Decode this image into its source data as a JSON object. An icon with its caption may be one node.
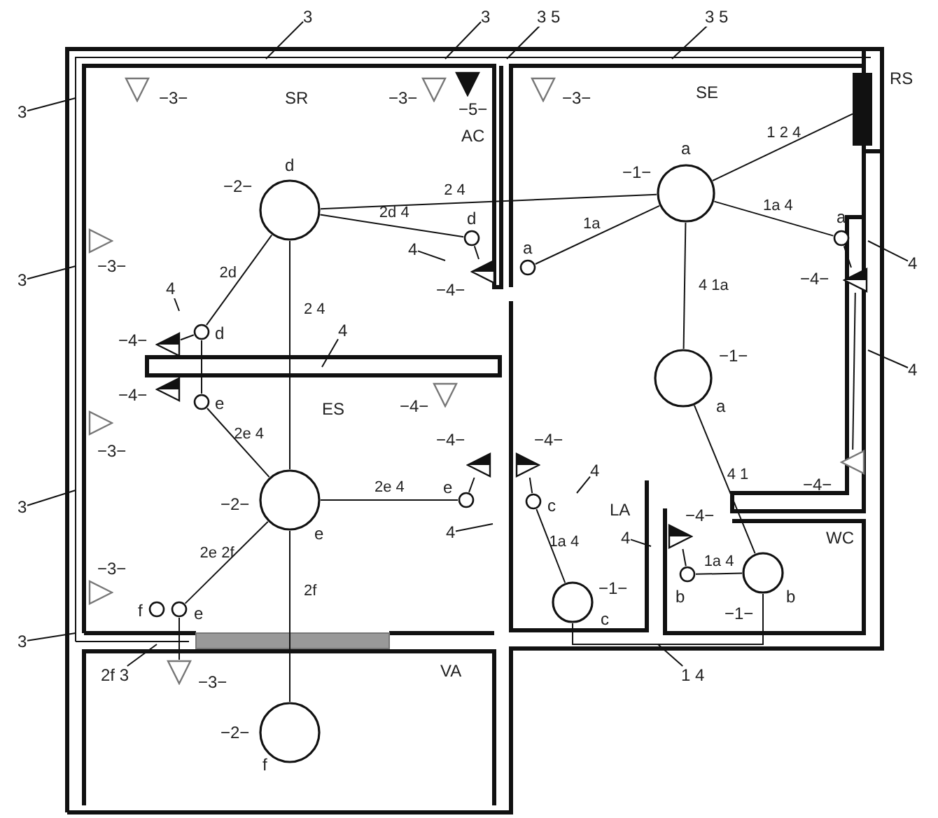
{
  "diagram": {
    "nodes": [
      {
        "text": [],
        "shape": "circle",
        "beside": [
          "d",
          "−2−"
        ]
      },
      {
        "text": [],
        "shape": "circle",
        "beside": [
          "a",
          "−1−"
        ]
      },
      {
        "text": [],
        "shape": "circle",
        "beside": [
          "−1−",
          "a"
        ]
      },
      {
        "text": [],
        "shape": "circle",
        "beside": [
          "−2−",
          "e"
        ]
      },
      {
        "text": [],
        "shape": "circle",
        "beside": [
          "−2−",
          "f"
        ]
      },
      {
        "text": [],
        "shape": "circle",
        "beside": [
          "−1−",
          "c"
        ]
      },
      {
        "text": [],
        "shape": "circle",
        "beside": [
          "b",
          "−1−"
        ]
      },
      {
        "text": [],
        "shape": "circle",
        "beside": [
          "d"
        ]
      },
      {
        "text": [],
        "shape": "circle",
        "beside": [
          "a"
        ]
      },
      {
        "text": [],
        "shape": "circle",
        "beside": [
          "a"
        ]
      },
      {
        "text": [],
        "shape": "circle",
        "beside": [
          "d"
        ]
      },
      {
        "text": [],
        "shape": "circle",
        "beside": [
          "e"
        ]
      },
      {
        "text": [],
        "shape": "circle",
        "beside": [
          "e"
        ]
      },
      {
        "text": [],
        "shape": "circle",
        "beside": [
          "c"
        ]
      },
      {
        "text": [],
        "shape": "circle",
        "beside": [
          "b"
        ]
      },
      {
        "text": [],
        "shape": "circle",
        "beside": [
          "f"
        ]
      },
      {
        "text": [],
        "shape": "circle",
        "beside": [
          "e"
        ]
      },
      {
        "text": [],
        "shape": "triangle",
        "beside": [
          "−3−"
        ]
      },
      {
        "text": [],
        "shape": "triangle",
        "beside": [
          "−3−"
        ]
      },
      {
        "text": [],
        "shape": "triangle",
        "beside": [
          "−5−"
        ]
      },
      {
        "text": [],
        "shape": "triangle",
        "beside": [
          "−3−"
        ]
      },
      {
        "text": [],
        "shape": "triangle",
        "beside": [
          "−3−"
        ]
      },
      {
        "text": [],
        "shape": "triangle",
        "beside": [
          "−3−"
        ]
      },
      {
        "text": [],
        "shape": "triangle",
        "beside": [
          "−3−"
        ]
      },
      {
        "text": [],
        "shape": "triangle",
        "beside": [
          "−3−"
        ]
      },
      {
        "text": [],
        "shape": "triangle",
        "beside": [
          "−4−"
        ]
      },
      {
        "text": [],
        "shape": "triangle",
        "beside": [
          "−4−"
        ]
      },
      {
        "text": [],
        "shape": "triangle",
        "beside": [
          "−4−"
        ]
      },
      {
        "text": [],
        "shape": "triangle",
        "beside": [
          "−4−"
        ]
      },
      {
        "text": [],
        "shape": "triangle",
        "beside": [
          "−4−"
        ]
      },
      {
        "text": [],
        "shape": "triangle",
        "beside": [
          "−4−"
        ]
      },
      {
        "text": [],
        "shape": "triangle",
        "beside": [
          "−4−"
        ]
      },
      {
        "text": [],
        "shape": "triangle",
        "beside": [
          "−4−"
        ]
      },
      {
        "text": [],
        "shape": "triangle",
        "beside": [
          "−4−"
        ]
      },
      {
        "text": [],
        "shape": "box",
        "beside": [
          "RS"
        ]
      },
      {
        "text": [
          "3"
        ]
      },
      {
        "text": [
          "3"
        ]
      },
      {
        "text": [
          "3 5"
        ]
      },
      {
        "text": [
          "3 5"
        ]
      },
      {
        "text": [
          "3"
        ]
      },
      {
        "text": [
          "3"
        ]
      },
      {
        "text": [
          "3"
        ]
      },
      {
        "text": [
          "3"
        ]
      },
      {
        "text": [
          "2f 3"
        ]
      },
      {
        "text": [
          "4"
        ]
      },
      {
        "text": [
          "4"
        ]
      },
      {
        "text": [
          "4"
        ]
      },
      {
        "text": [
          "4"
        ]
      },
      {
        "text": [
          "4"
        ]
      },
      {
        "text": [
          "4"
        ]
      },
      {
        "text": [
          "4"
        ]
      },
      {
        "text": [
          "4"
        ]
      },
      {
        "text": [
          "1 4"
        ]
      }
    ],
    "edges": [
      {
        "from": 0,
        "to": 1,
        "arrow": "none",
        "label": "2 4"
      },
      {
        "from": 0,
        "to": 7,
        "arrow": "none",
        "label": "2d 4"
      },
      {
        "from": 0,
        "to": 10,
        "arrow": "none",
        "label": "2d"
      },
      {
        "from": 0,
        "to": 3,
        "arrow": "none",
        "label": "2 4"
      },
      {
        "from": 1,
        "to": 34,
        "arrow": "none",
        "label": "1 2 4"
      },
      {
        "from": 1,
        "to": 8,
        "arrow": "none",
        "label": "1a"
      },
      {
        "from": 1,
        "to": 9,
        "arrow": "none",
        "label": "1a 4"
      },
      {
        "from": 1,
        "to": 2,
        "arrow": "none",
        "label": "4 1a"
      },
      {
        "from": 2,
        "to": 6,
        "arrow": "none",
        "label": "4 1"
      },
      {
        "from": 10,
        "to": 11,
        "arrow": "none"
      },
      {
        "from": 11,
        "to": 3,
        "arrow": "none",
        "label": "2e 4"
      },
      {
        "from": 3,
        "to": 12,
        "arrow": "none",
        "label": "2e 4"
      },
      {
        "from": 3,
        "to": 16,
        "arrow": "none",
        "label": "2e 2f"
      },
      {
        "from": 3,
        "to": 4,
        "arrow": "none",
        "label": "2f"
      },
      {
        "from": 13,
        "to": 5,
        "arrow": "none",
        "label": "1a 4"
      },
      {
        "from": 14,
        "to": 6,
        "arrow": "none",
        "label": "1a 4"
      },
      {
        "from": 5,
        "to": 6,
        "arrow": "none"
      },
      {
        "from": 7,
        "to": 28,
        "arrow": "none"
      },
      {
        "from": 9,
        "to": 29,
        "arrow": "none"
      },
      {
        "from": 29,
        "to": 30,
        "arrow": "none"
      },
      {
        "from": 10,
        "to": 25,
        "arrow": "none"
      },
      {
        "from": 12,
        "to": 31,
        "arrow": "none"
      },
      {
        "from": 13,
        "to": 32,
        "arrow": "none"
      },
      {
        "from": 14,
        "to": 33,
        "arrow": "none"
      },
      {
        "from": 16,
        "to": 24,
        "arrow": "none"
      },
      {
        "from": 35,
        "to": null,
        "arrow": "none"
      },
      {
        "from": 36,
        "to": null,
        "arrow": "none"
      },
      {
        "from": 37,
        "to": null,
        "arrow": "none"
      },
      {
        "from": 38,
        "to": null,
        "arrow": "none"
      },
      {
        "from": 39,
        "to": null,
        "arrow": "none"
      },
      {
        "from": 40,
        "to": null,
        "arrow": "none"
      },
      {
        "from": 41,
        "to": null,
        "arrow": "none"
      },
      {
        "from": 42,
        "to": null,
        "arrow": "none"
      },
      {
        "from": 43,
        "to": null,
        "arrow": "none"
      },
      {
        "from": 44,
        "to": null,
        "arrow": "none"
      },
      {
        "from": 45,
        "to": null,
        "arrow": "none"
      },
      {
        "from": 46,
        "to": null,
        "arrow": "none"
      },
      {
        "from": 47,
        "to": null,
        "arrow": "none"
      },
      {
        "from": 48,
        "to": null,
        "arrow": "none"
      },
      {
        "from": 49,
        "to": null,
        "arrow": "none"
      },
      {
        "from": 50,
        "to": null,
        "arrow": "none"
      },
      {
        "from": 51,
        "to": null,
        "arrow": "none"
      },
      {
        "from": 52,
        "to": null,
        "arrow": "none"
      }
    ],
    "labels": [
      "SR",
      "SE",
      "AC",
      "ES",
      "LA",
      "WC",
      "VA"
    ]
  }
}
